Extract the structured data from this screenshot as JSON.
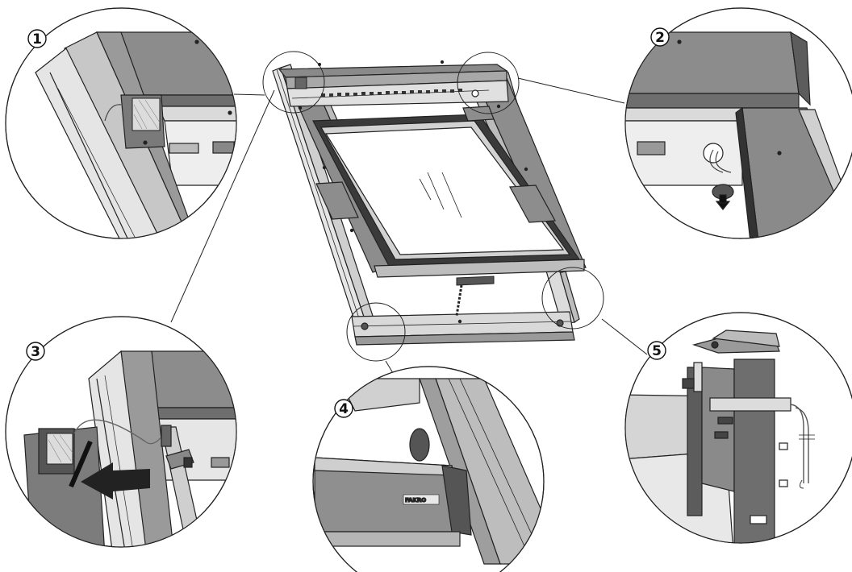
{
  "steps": [
    {
      "number": "1"
    },
    {
      "number": "2"
    },
    {
      "number": "3"
    },
    {
      "number": "4"
    },
    {
      "number": "5"
    }
  ],
  "brand": {
    "logo_text": "FAKRO"
  },
  "colors": {
    "frame_dark": "#7c7c7c",
    "frame_mid": "#a6a6a6",
    "frame_light": "#d4d4d4",
    "line": "#222222",
    "glass": "#ffffff"
  }
}
